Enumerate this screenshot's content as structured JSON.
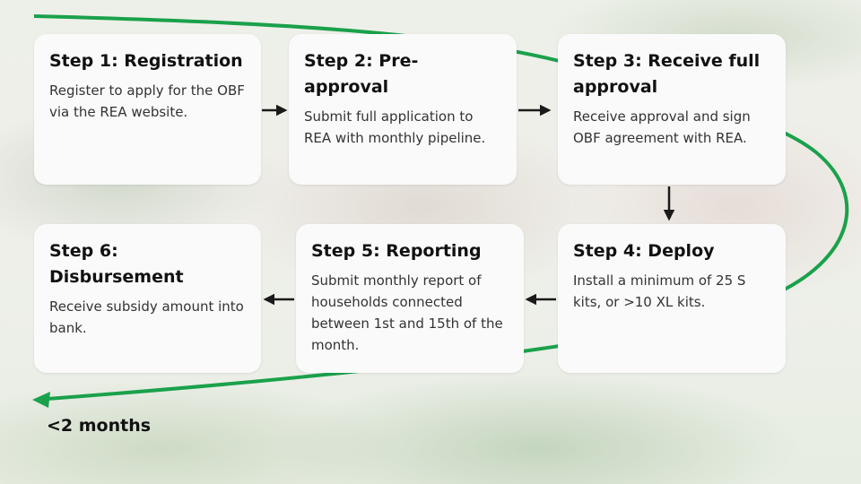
{
  "steps": [
    {
      "title": "Step 1: Registration",
      "body": "Register to apply for the OBF via the REA website."
    },
    {
      "title": "Step 2: Pre-approval",
      "body": "Submit full application to REA with monthly pipeline."
    },
    {
      "title": "Step 3: Receive full approval",
      "body": "Receive approval and sign OBF agreement with REA."
    },
    {
      "title": "Step 4: Deploy",
      "body": "Install a minimum of 25 S kits, or >10 XL kits."
    },
    {
      "title": "Step 5: Reporting",
      "body": "Submit monthly report of households connected between 1st and 15th of the month."
    },
    {
      "title": "Step 6: Disbursement",
      "body": "Receive subsidy amount into bank."
    }
  ],
  "timeline": {
    "label": "<2 months"
  },
  "colors": {
    "accent_green": "#1aa14b",
    "arrow": "#1a1a1a",
    "card_bg": "#fafafa"
  }
}
